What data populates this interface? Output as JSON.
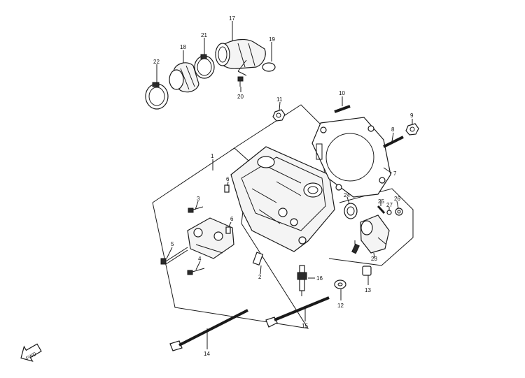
{
  "diagram": {
    "callouts": [
      {
        "id": "p1",
        "text": "1"
      },
      {
        "id": "p2",
        "text": "2"
      },
      {
        "id": "p3",
        "text": "3"
      },
      {
        "id": "p4",
        "text": "4"
      },
      {
        "id": "p5",
        "text": "5"
      },
      {
        "id": "p6a",
        "text": "6"
      },
      {
        "id": "p6b",
        "text": "6"
      },
      {
        "id": "p7",
        "text": "7"
      },
      {
        "id": "p8",
        "text": "8"
      },
      {
        "id": "p9",
        "text": "9"
      },
      {
        "id": "p10",
        "text": "10"
      },
      {
        "id": "p11",
        "text": "11"
      },
      {
        "id": "p12",
        "text": "12"
      },
      {
        "id": "p13",
        "text": "13"
      },
      {
        "id": "p14",
        "text": "14"
      },
      {
        "id": "p15",
        "text": "15"
      },
      {
        "id": "p16",
        "text": "16"
      },
      {
        "id": "p17",
        "text": "17"
      },
      {
        "id": "p18",
        "text": "18"
      },
      {
        "id": "p19",
        "text": "19"
      },
      {
        "id": "p20",
        "text": "20"
      },
      {
        "id": "p21",
        "text": "21"
      },
      {
        "id": "p22",
        "text": "22"
      },
      {
        "id": "p23",
        "text": "23"
      },
      {
        "id": "p24",
        "text": "24"
      },
      {
        "id": "p25",
        "text": "25"
      },
      {
        "id": "p26",
        "text": "26"
      },
      {
        "id": "p27",
        "text": "27"
      }
    ],
    "fwd_label": "FWD"
  }
}
